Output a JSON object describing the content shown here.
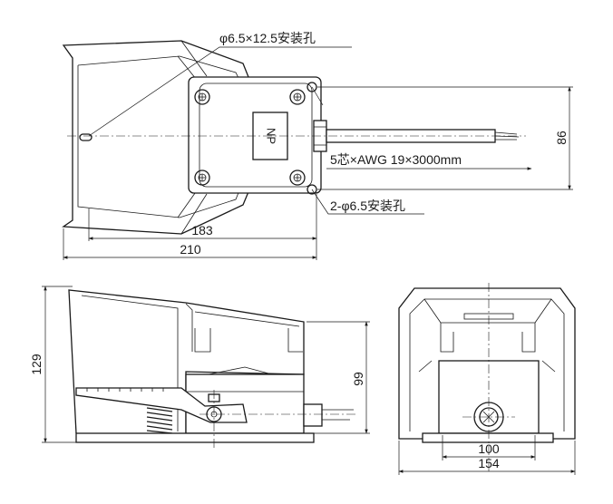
{
  "top_view": {
    "callout_mount_hole": "φ6.5×12.5安装孔",
    "callout_corner_holes": "2-φ6.5安装孔",
    "cable_label": "5芯×AWG 19×3000mm",
    "nameplate": "NP",
    "dim_inner_length": "183",
    "dim_total_length": "210",
    "dim_height": "86"
  },
  "side_view": {
    "dim_total_height": "129",
    "dim_housing_height": "99"
  },
  "front_view": {
    "dim_inner_width": "100",
    "dim_total_width": "154"
  }
}
